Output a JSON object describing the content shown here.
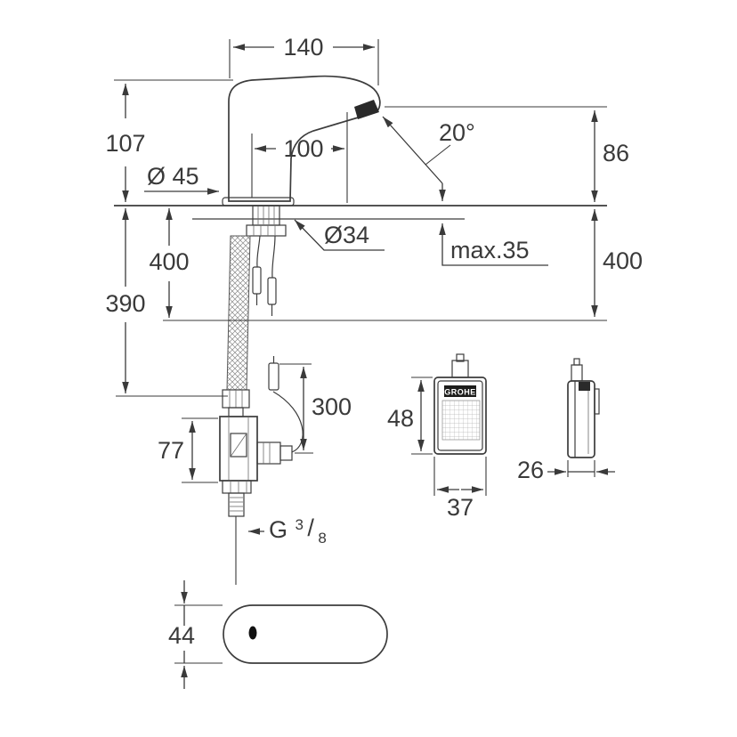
{
  "document": {
    "type": "technical-dimension-drawing",
    "subject": "infrared electronic basin faucet installation drawing",
    "brand": "GROHE"
  },
  "colors": {
    "line": "#3c3c3c",
    "text": "#3a3a3a",
    "background": "#ffffff",
    "logo_bg": "#1d1d1b",
    "logo_text": "#ffffff",
    "nozzle": "#2a2a2a"
  },
  "dimensions": {
    "spout_width": "140",
    "body_height": "107",
    "spout_reach": "100",
    "spout_angle": "20°",
    "outlet_height": "86",
    "base_diameter": "Ø 45",
    "hole_diameter": "Ø34",
    "max_deck_thickness": "max.35",
    "hose_length_left": "400",
    "hose_length_right": "400",
    "cable_length": "390",
    "valve_cable_length": "300",
    "valve_height": "77",
    "thread_prefix": "G",
    "thread_numerator": "3",
    "thread_slash": "/",
    "thread_denominator": "8",
    "box_height": "48",
    "box_width": "37",
    "box_depth": "26",
    "escutcheon_height": "44"
  }
}
